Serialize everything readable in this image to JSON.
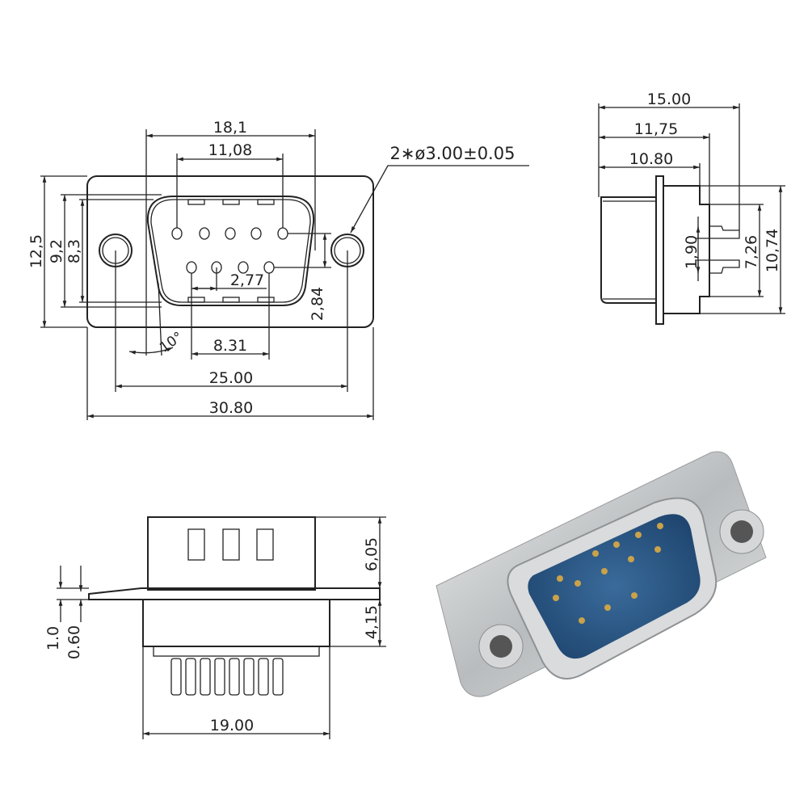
{
  "front_view": {
    "dims": {
      "shell_width": "18,1",
      "pin_span_top": "11,08",
      "mount_hole": "2∗ø3.00±0.05",
      "flange_height": "12,5",
      "shell_height_outer": "9,2",
      "shell_height_inner": "8,3",
      "pin_pitch": "2,77",
      "row_spacing": "2,84",
      "pin_span_bottom": "8.31",
      "angle": "10°",
      "hole_spacing": "25.00",
      "flange_width": "30.80"
    }
  },
  "side_view": {
    "dims": {
      "overall_depth": "15.00",
      "depth_to_pins": "11,75",
      "depth_to_body": "10.80",
      "pin_gap": "1,90",
      "body_height_inner": "7,26",
      "body_height_outer": "10,74"
    }
  },
  "bottom_view": {
    "dims": {
      "shell_depth": "6,05",
      "body_depth": "4,15",
      "flange_thickness": "1.0",
      "plate_thickness": "0.60",
      "body_width": "19.00"
    }
  },
  "colors": {
    "line": "#222222",
    "insulator_blue": "#2f5d8c",
    "metal": "#c9cbcc",
    "pin_gold": "#c9a24a"
  }
}
